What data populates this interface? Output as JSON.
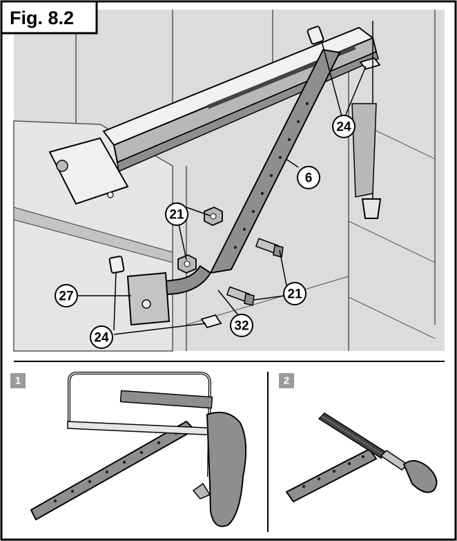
{
  "figure": {
    "title": "Fig. 8.2"
  },
  "callouts": [
    {
      "id": "part-24-top",
      "label": "24"
    },
    {
      "id": "part-6",
      "label": "6"
    },
    {
      "id": "part-21-left",
      "label": "21"
    },
    {
      "id": "part-21-right",
      "label": "21"
    },
    {
      "id": "part-27",
      "label": "27"
    },
    {
      "id": "part-24-bottom",
      "label": "24"
    },
    {
      "id": "part-32",
      "label": "32"
    }
  ],
  "steps": [
    {
      "label": "1",
      "tool": "hacksaw"
    },
    {
      "label": "2",
      "tool": "file"
    }
  ],
  "colors": {
    "wall": "#dcdcdc",
    "panel_shadow": "#c4c4c4",
    "rail": "#b8b8b8",
    "strap": "#8e8e8e",
    "step_badge": "#9a9a9a",
    "line": "#000000"
  }
}
